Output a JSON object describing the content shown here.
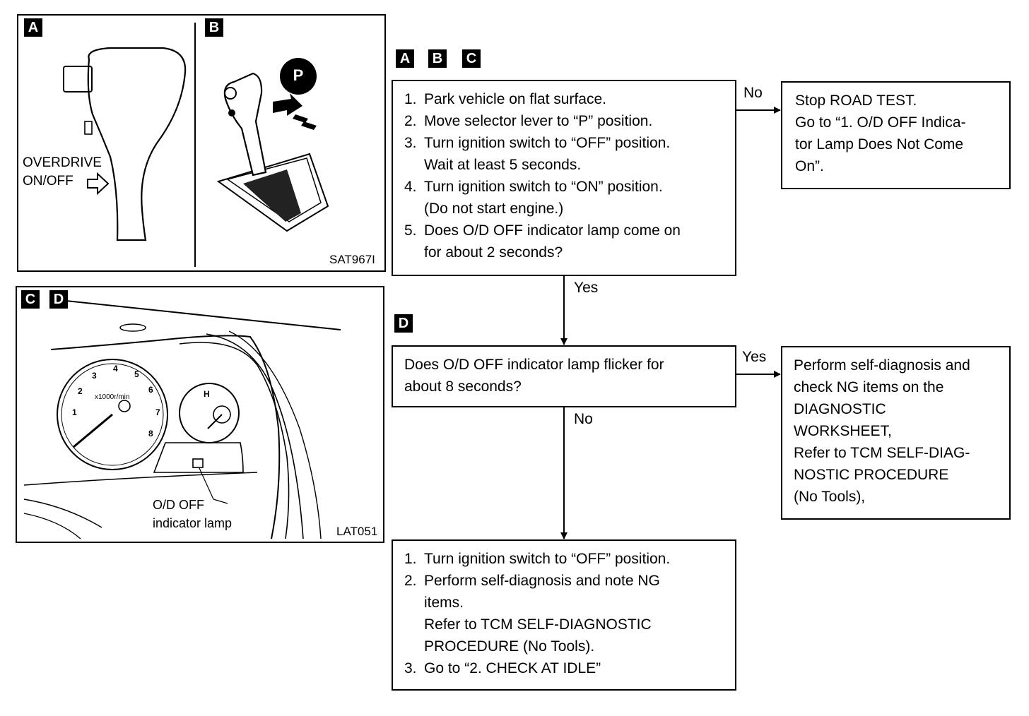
{
  "figure_top": {
    "panel_a_badge": "A",
    "panel_b_badge": "B",
    "overdrive_label_line1": "OVERDRIVE",
    "overdrive_label_line2": "ON/OFF",
    "park_symbol": "P",
    "figure_code": "SAT967I"
  },
  "figure_bottom": {
    "badge_c": "C",
    "badge_d": "D",
    "tach_scale": "x1000r/min",
    "tach_ticks": [
      "1",
      "2",
      "3",
      "4",
      "5",
      "6",
      "7",
      "8"
    ],
    "temp_mark": "H",
    "lamp_label_line1": "O/D OFF",
    "lamp_label_line2": "indicator lamp",
    "figure_code": "LAT051"
  },
  "flow": {
    "header_badges": [
      "A",
      "B",
      "C"
    ],
    "step1": {
      "items": [
        {
          "num": "1.",
          "lines": [
            "Park vehicle on flat surface."
          ]
        },
        {
          "num": "2.",
          "lines": [
            "Move selector lever to “P” position."
          ]
        },
        {
          "num": "3.",
          "lines": [
            "Turn ignition switch to “OFF” position.",
            "Wait at least 5 seconds."
          ]
        },
        {
          "num": "4.",
          "lines": [
            "Turn ignition switch to “ON” position.",
            "(Do not start engine.)"
          ]
        },
        {
          "num": "5.",
          "lines": [
            "Does O/D OFF indicator lamp come on",
            "for about 2 seconds?"
          ]
        }
      ]
    },
    "no_label_1": "No",
    "stop_box": [
      "Stop ROAD TEST.",
      "Go to “1. O/D OFF Indica-",
      "tor Lamp Does Not Come",
      "On”."
    ],
    "yes_label_1": "Yes",
    "d_badge": "D",
    "step2": [
      "Does O/D OFF indicator lamp flicker for",
      "about 8 seconds?"
    ],
    "yes_label_2": "Yes",
    "self_diag_box": [
      "Perform self-diagnosis and",
      "check NG items on the",
      "DIAGNOSTIC",
      "WORKSHEET,",
      "Refer to TCM SELF-DIAG-",
      "NOSTIC PROCEDURE",
      "(No Tools),"
    ],
    "no_label_2": "No",
    "step3": {
      "items": [
        {
          "num": "1.",
          "lines": [
            "Turn ignition switch to “OFF” position."
          ]
        },
        {
          "num": "2.",
          "lines": [
            "Perform self-diagnosis and note NG",
            "items.",
            "Refer to TCM SELF-DIAGNOSTIC",
            "PROCEDURE (No Tools)."
          ]
        },
        {
          "num": "3.",
          "lines": [
            "Go to “2. CHECK AT IDLE”"
          ]
        }
      ]
    }
  }
}
